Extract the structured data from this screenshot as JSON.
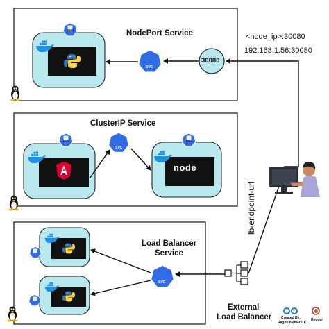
{
  "nodeport": {
    "title": "NodePort Service",
    "pod_label": "pod",
    "svc_label": "SVC",
    "port_circle": "30080",
    "addr_line1": "<node_ip>:30080",
    "addr_line2": "192.168.1.56:30080"
  },
  "clusterip": {
    "title": "ClusterIP Service",
    "pod_label": "pod",
    "svc_label": "SVC",
    "node_text": "node"
  },
  "loadbalancer": {
    "title_line1": "Load Balancer",
    "title_line2": "Service",
    "pod_label": "pod",
    "svc_label": "SVC"
  },
  "external_lb": {
    "line1": "External",
    "line2": "Load Balancer"
  },
  "endpoint_label": "lb-endpoint-url",
  "footer": {
    "created_by": "Created By:",
    "author": "Raghu Kumar CK",
    "repo": "Reposi"
  },
  "colors": {
    "panel_fill": "#b9e8ef",
    "k8s_blue": "#326ce5",
    "docker_blue": "#1d91e6",
    "python_blue": "#3776ab",
    "python_yellow": "#ffd43b",
    "angular_red": "#dd0031"
  }
}
